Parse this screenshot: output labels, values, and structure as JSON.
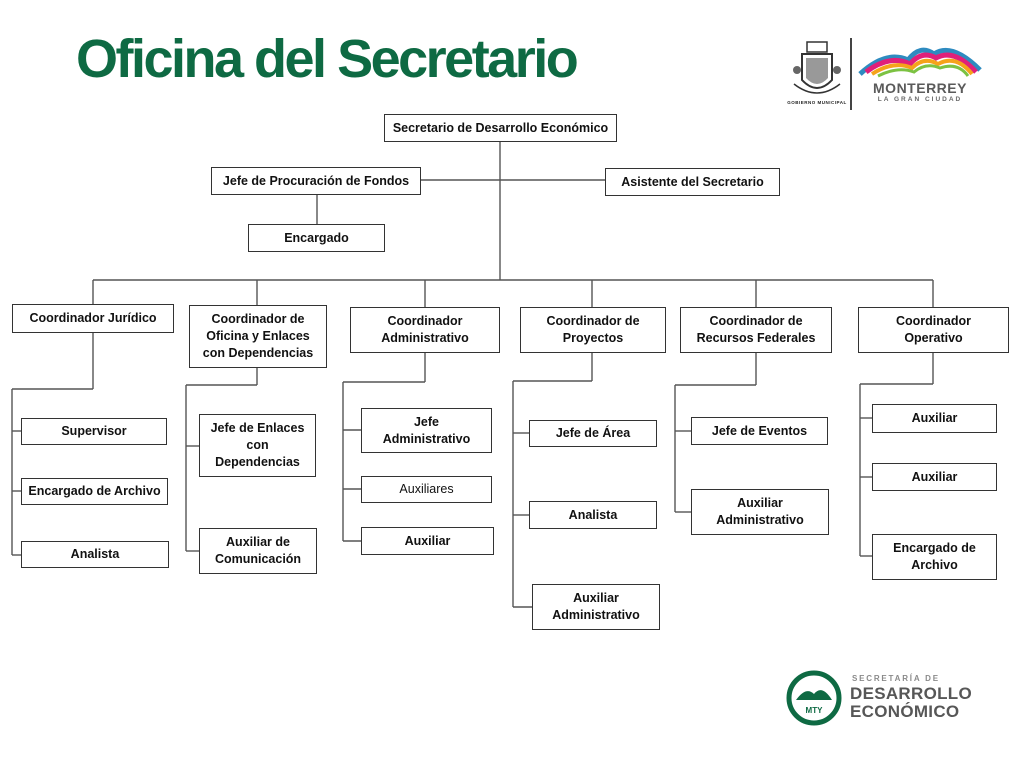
{
  "header": {
    "title": "Oficina del Secretario"
  },
  "logos": {
    "monterrey_name": "MONTERREY",
    "monterrey_tagline": "LA GRAN CIUDAD",
    "seal_caption": "GOBIERNO MUNICIPAL",
    "secretaria_line1": "SECRETARÍA DE",
    "secretaria_line2": "DESARROLLO",
    "secretaria_line3": "ECONÓMICO",
    "mty_badge": "MTY"
  },
  "org": {
    "secretario": "Secretario de Desarrollo Económico",
    "jefe_procuracion": "Jefe de Procuración de Fondos",
    "asistente": "Asistente del Secretario",
    "encargado": "Encargado",
    "juridico": {
      "title": "Coordinador  Jurídico",
      "items": [
        "Supervisor",
        "Encargado de Archivo",
        "Analista"
      ]
    },
    "oficina": {
      "title": "Coordinador de\nOficina y Enlaces\ncon Dependencias",
      "items": [
        "Jefe de Enlaces\ncon\nDependencias",
        "Auxiliar de\nComunicación"
      ]
    },
    "administrativo": {
      "title": "Coordinador\nAdministrativo",
      "items": [
        "Jefe\nAdministrativo",
        "Auxiliares",
        "Auxiliar"
      ]
    },
    "proyectos": {
      "title": "Coordinador de\nProyectos",
      "items": [
        "Jefe de Área",
        "Analista",
        "Auxiliar\nAdministrativo"
      ]
    },
    "recursos": {
      "title": "Coordinador de\nRecursos Federales",
      "items": [
        "Jefe de Eventos",
        "Auxiliar\nAdministrativo"
      ]
    },
    "operativo": {
      "title": "Coordinador\nOperativo",
      "items": [
        "Auxiliar",
        "Auxiliar",
        "Encargado de\nArchivo"
      ]
    }
  },
  "colors": {
    "title_green": "#0e6a43",
    "border": "#333333",
    "line": "#555555"
  }
}
